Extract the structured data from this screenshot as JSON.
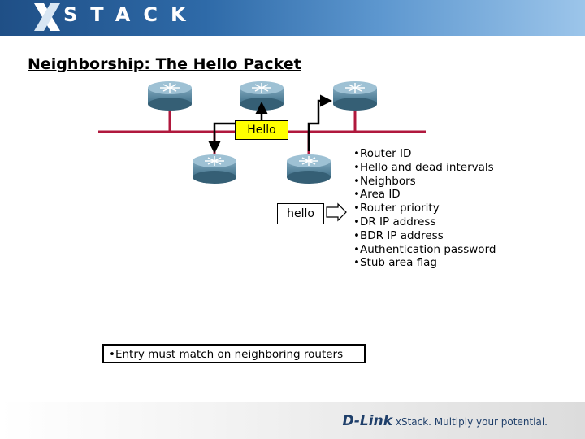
{
  "header": {
    "logo_text": "STACK"
  },
  "title": "Neighborship: The Hello Packet",
  "diagram": {
    "hello_label": "Hello",
    "hello_reply_label": "hello",
    "fields": [
      "•Router ID",
      "•Hello and dead intervals",
      "•Neighbors",
      "•Area ID",
      "•Router priority",
      "•DR IP address",
      "•BDR IP address",
      "•Authentication password",
      "•Stub area flag"
    ],
    "note": "•Entry must match on neighboring routers",
    "colors": {
      "network_line": "#b0183d",
      "hello_box": "#ffff00",
      "router_body": "#5f8fa8"
    }
  },
  "footer": {
    "brand": "D-Link",
    "tagline": "xStack. Multiply your potential."
  }
}
